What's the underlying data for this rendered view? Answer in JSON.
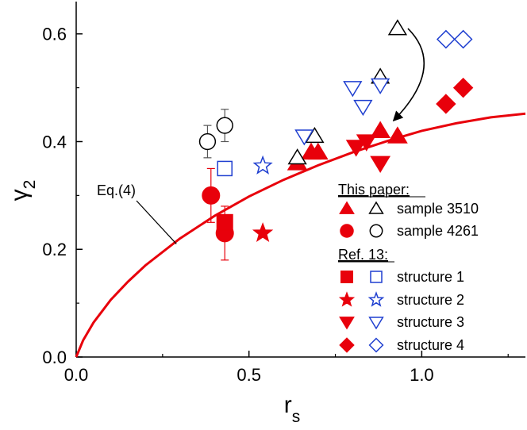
{
  "chart_data": {
    "type": "scatter",
    "title": "",
    "xlabel": {
      "main": "r",
      "sub": "s"
    },
    "ylabel": {
      "main": "γ",
      "sub": "2"
    },
    "xlim": [
      0,
      1.3
    ],
    "ylim": [
      0,
      0.66
    ],
    "x_ticks": [
      {
        "value": 0.0,
        "label": "0.0"
      },
      {
        "value": 0.5,
        "label": "0.5"
      },
      {
        "value": 1.0,
        "label": "1.0"
      }
    ],
    "y_ticks": [
      {
        "value": 0.0,
        "label": "0.0"
      },
      {
        "value": 0.2,
        "label": "0.2"
      },
      {
        "value": 0.4,
        "label": "0.4"
      },
      {
        "value": 0.6,
        "label": "0.6"
      }
    ],
    "grid": false,
    "legend_position": "bottom-right",
    "curve": {
      "label": "Eq.(4)",
      "color": "#e8000b",
      "x": [
        0,
        0.02,
        0.05,
        0.1,
        0.15,
        0.2,
        0.3,
        0.4,
        0.5,
        0.6,
        0.7,
        0.8,
        0.9,
        1.0,
        1.1,
        1.2,
        1.3
      ],
      "y": [
        0,
        0.031,
        0.064,
        0.106,
        0.14,
        0.17,
        0.22,
        0.262,
        0.298,
        0.329,
        0.356,
        0.38,
        0.401,
        0.42,
        0.434,
        0.445,
        0.452
      ]
    },
    "legend": {
      "this_paper_heading": "This paper:",
      "ref_heading": "Ref. 13:",
      "rows": [
        {
          "label": "sample 3510",
          "filled": "triangle-up",
          "open": "triangle-up",
          "open_color": "#000000"
        },
        {
          "label": "sample 4261",
          "filled": "circle",
          "open": "circle",
          "open_color": "#000000"
        },
        {
          "label": "structure 1",
          "filled": "square",
          "open": "square",
          "open_color": "#1f3fd0"
        },
        {
          "label": "structure 2",
          "filled": "star",
          "open": "star",
          "open_color": "#1f3fd0"
        },
        {
          "label": "structure 3",
          "filled": "triangle-down",
          "open": "triangle-down",
          "open_color": "#1f3fd0"
        },
        {
          "label": "structure 4",
          "filled": "diamond",
          "open": "diamond",
          "open_color": "#1f3fd0"
        }
      ]
    },
    "colors": {
      "filled": "#e8000b",
      "open_sample": "#000000",
      "open_ref": "#1f3fd0"
    },
    "series": [
      {
        "name": "sample 3510",
        "marker": "triangle-up",
        "fill": true,
        "color": "#e8000b",
        "points": [
          [
            0.64,
            0.36
          ],
          [
            0.68,
            0.38
          ],
          [
            0.7,
            0.38
          ],
          [
            0.88,
            0.42
          ],
          [
            0.93,
            0.41
          ]
        ]
      },
      {
        "name": "sample 3510",
        "marker": "triangle-up",
        "fill": false,
        "color": "#000000",
        "points": [
          [
            0.64,
            0.37
          ],
          [
            0.69,
            0.41
          ],
          [
            0.88,
            0.52
          ],
          [
            0.93,
            0.61
          ]
        ]
      },
      {
        "name": "sample 4261",
        "marker": "circle",
        "fill": true,
        "color": "#e8000b",
        "points": [
          [
            0.39,
            0.3,
            0.05
          ],
          [
            0.43,
            0.23,
            0.05
          ]
        ]
      },
      {
        "name": "sample 4261",
        "marker": "circle",
        "fill": false,
        "color": "#000000",
        "points": [
          [
            0.38,
            0.4,
            0.03
          ],
          [
            0.43,
            0.43,
            0.03
          ]
        ]
      },
      {
        "name": "structure 1",
        "marker": "square",
        "fill": true,
        "color": "#e8000b",
        "points": [
          [
            0.43,
            0.25
          ]
        ]
      },
      {
        "name": "structure 1",
        "marker": "square",
        "fill": false,
        "color": "#1f3fd0",
        "points": [
          [
            0.43,
            0.35
          ]
        ]
      },
      {
        "name": "structure 2",
        "marker": "star",
        "fill": true,
        "color": "#e8000b",
        "points": [
          [
            0.54,
            0.23
          ]
        ]
      },
      {
        "name": "structure 2",
        "marker": "star",
        "fill": false,
        "color": "#1f3fd0",
        "points": [
          [
            0.54,
            0.355
          ]
        ]
      },
      {
        "name": "structure 3",
        "marker": "triangle-down",
        "fill": true,
        "color": "#e8000b",
        "points": [
          [
            0.81,
            0.39
          ],
          [
            0.84,
            0.4
          ],
          [
            0.88,
            0.36
          ]
        ]
      },
      {
        "name": "structure 3",
        "marker": "triangle-down",
        "fill": false,
        "color": "#1f3fd0",
        "points": [
          [
            0.66,
            0.41
          ],
          [
            0.8,
            0.5
          ],
          [
            0.83,
            0.465
          ],
          [
            0.88,
            0.505
          ]
        ]
      },
      {
        "name": "structure 4",
        "marker": "diamond",
        "fill": true,
        "color": "#e8000b",
        "points": [
          [
            1.07,
            0.47
          ],
          [
            1.12,
            0.5
          ]
        ]
      },
      {
        "name": "structure 4",
        "marker": "diamond",
        "fill": false,
        "color": "#1f3fd0",
        "points": [
          [
            1.07,
            0.59
          ],
          [
            1.12,
            0.59
          ]
        ]
      }
    ],
    "arrow": {
      "from": [
        0.96,
        0.61
      ],
      "to": [
        0.92,
        0.44
      ]
    }
  }
}
